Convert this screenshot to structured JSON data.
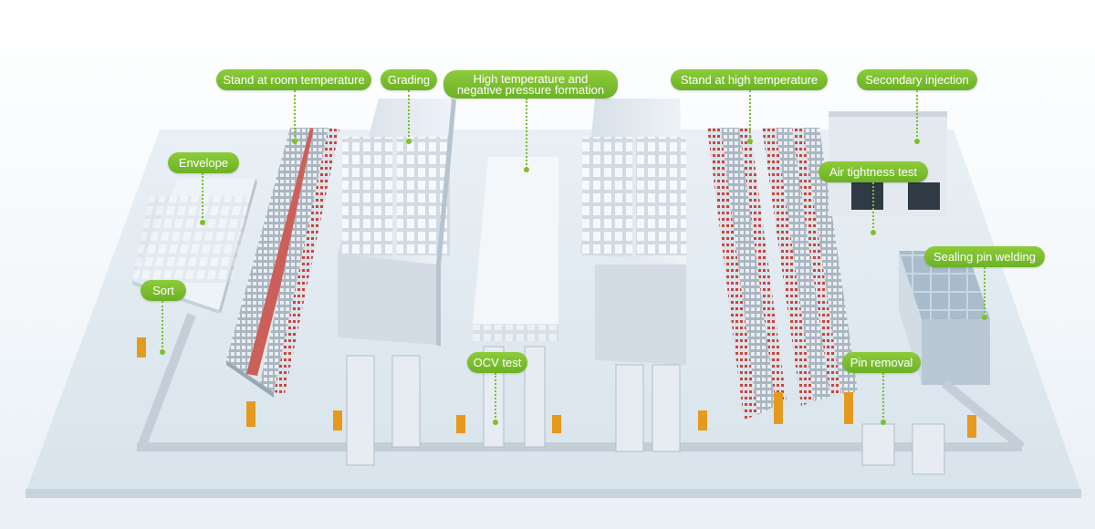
{
  "labels": {
    "stand_room_temp": "Stand at room temperature",
    "grading": "Grading",
    "high_temp_formation": "High temperature and negative pressure formation",
    "stand_high_temp": "Stand at high temperature",
    "secondary_injection": "Secondary injection",
    "envelope": "Envelope",
    "air_tightness_test": "Air tightness test",
    "sealing_pin_welding": "Sealing pin welding",
    "sort": "Sort",
    "ocv_test": "OCV test",
    "pin_removal": "Pin removal"
  },
  "colors": {
    "callout_green": "#7cc12c",
    "floor": "#dfe8ef",
    "rack_red": "#c8463e",
    "robot_orange": "#e59a1f"
  }
}
